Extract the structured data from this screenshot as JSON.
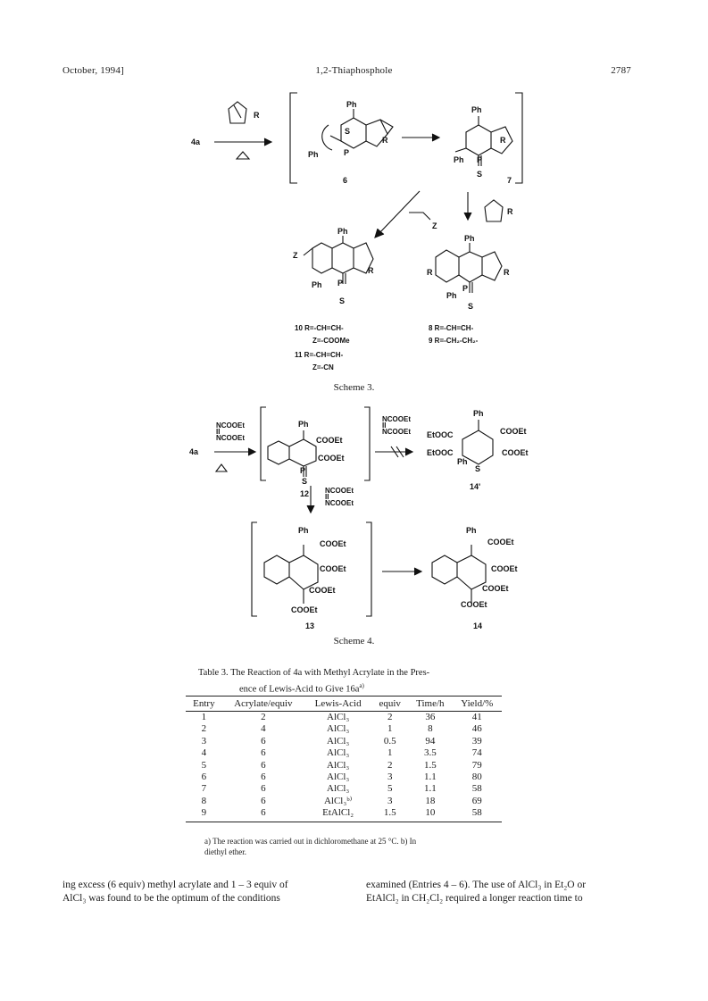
{
  "header": {
    "left": "October, 1994]",
    "center": "1,2-Thiaphosphole",
    "right": "2787"
  },
  "scheme3": {
    "caption": "Scheme 3.",
    "reactant": "4a",
    "heat_symbol": "Δ",
    "compound_6": "6",
    "compound_7": "7",
    "compound_label_10": "10  R=-CH=CH-",
    "compound_label_10b": "Z=-COOMe",
    "compound_label_11": "11  R=-CH=CH-",
    "compound_label_11b": "Z=-CN",
    "compound_label_8": "8  R=-CH=CH-",
    "compound_label_9": "9  R=-CH₂-CH₂-",
    "atom_ph": "Ph",
    "atom_r": "R",
    "atom_s": "S",
    "atom_p": "P",
    "atom_z": "Z"
  },
  "scheme4": {
    "caption": "Scheme 4.",
    "reactant": "4a",
    "heat_symbol": "Δ",
    "reagent_top": "NCOOEt",
    "reagent_mid": "II",
    "reagent_bottom": "NCOOEt",
    "cooet": "COOEt",
    "etoooc": "EtOOC",
    "compound_12": "12",
    "compound_13": "13",
    "compound_14": "14",
    "compound_14p": "14'"
  },
  "table": {
    "title_line1": "Table 3.   The Reaction of 4a with Methyl Acrylate in the Pres-",
    "title_line2": "ence of Lewis-Acid to Give 16a",
    "title_sup": "a)",
    "columns": [
      "Entry",
      "Acrylate/equiv",
      "Lewis-Acid",
      "equiv",
      "Time/h",
      "Yield/%"
    ],
    "rows": [
      [
        "1",
        "2",
        "AlCl₃",
        "2",
        "36",
        "41"
      ],
      [
        "2",
        "4",
        "AlCl₃",
        "1",
        "8",
        "46"
      ],
      [
        "3",
        "6",
        "AlCl₃",
        "0.5",
        "94",
        "39"
      ],
      [
        "4",
        "6",
        "AlCl₃",
        "1",
        "3.5",
        "74"
      ],
      [
        "5",
        "6",
        "AlCl₃",
        "2",
        "1.5",
        "79"
      ],
      [
        "6",
        "6",
        "AlCl₃",
        "3",
        "1.1",
        "80"
      ],
      [
        "7",
        "6",
        "AlCl₃",
        "5",
        "1.1",
        "58"
      ],
      [
        "8",
        "6",
        "AlCl₃ᵇ⁾",
        "3",
        "18",
        "69"
      ],
      [
        "9",
        "6",
        "EtAlCl₂",
        "1.5",
        "10",
        "58"
      ]
    ],
    "footnote_line1": "a)  The reaction was carried out in dichloromethane at 25 °C.   b)  In",
    "footnote_line2": "diethyl ether."
  },
  "body": {
    "left_line1": "ing excess (6 equiv) methyl acrylate and 1 – 3 equiv of",
    "left_line2": "AlCl₃ was found to be the optimum of the conditions",
    "right_line1": "examined (Entries 4 – 6).  The use of AlCl₃ in Et₂O or",
    "right_line2": "EtAlCl₂ in CH₂Cl₂ required a longer reaction time to"
  }
}
